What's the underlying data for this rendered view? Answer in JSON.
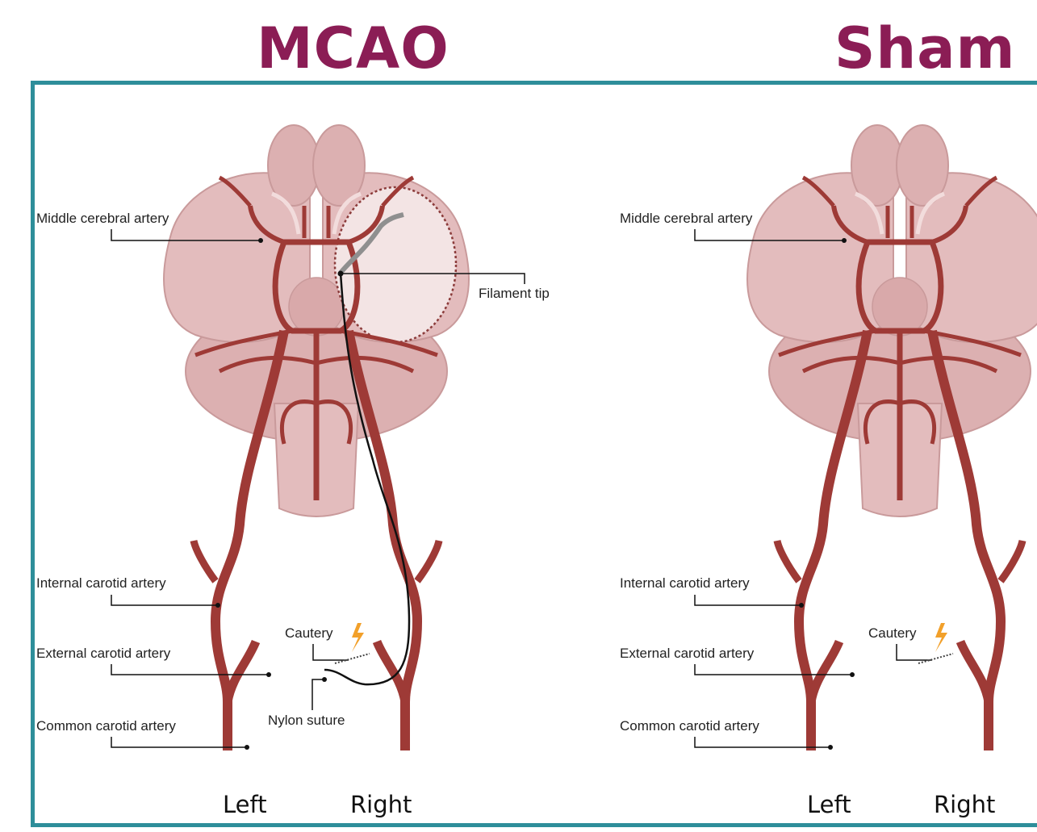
{
  "panels": {
    "mcao": {
      "title": "MCAO",
      "labels": {
        "mca": "Middle cerebral artery",
        "filament": "Filament tip",
        "ica": "Internal carotid artery",
        "cautery": "Cautery",
        "eca": "External carotid artery",
        "nylon": "Nylon suture",
        "cca": "Common carotid artery",
        "left": "Left",
        "right": "Right"
      }
    },
    "sham": {
      "title": "Sham",
      "labels": {
        "mca": "Middle cerebral artery",
        "ica": "Internal carotid artery",
        "cautery": "Cautery",
        "eca": "External carotid artery",
        "cca": "Common carotid artery",
        "left": "Left",
        "right": "Right"
      }
    }
  },
  "colors": {
    "title": "#8b1d55",
    "frame": "#2e8e9a",
    "brain": "#e3bcbd",
    "artery": "#9e3a36",
    "infarct": "#f3e4e4",
    "cautery": "#f2a02a"
  }
}
